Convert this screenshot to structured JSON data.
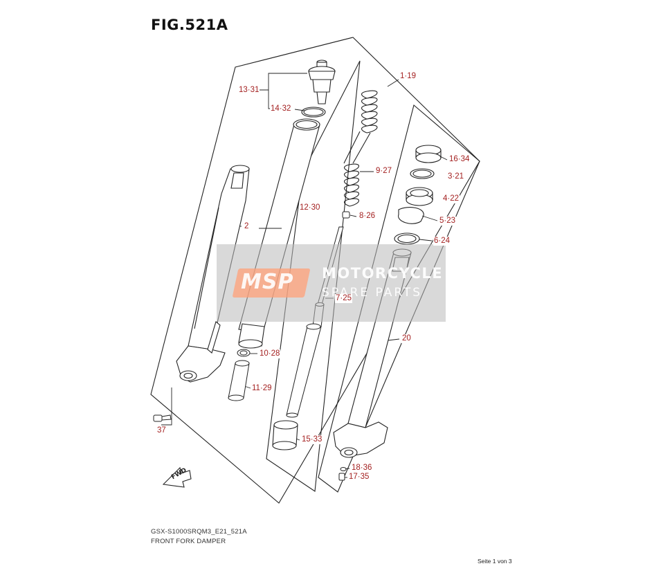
{
  "figure": {
    "title": "FIG.521A",
    "model_code": "GSX-S1000SRQM3_E21_521A",
    "caption": "FRONT FORK DAMPER",
    "page_info": "Seite 1 von 3"
  },
  "watermark": {
    "logo_text": "MSP",
    "line1": "MOTORCYCLE",
    "line2": "SPARE PARTS"
  },
  "direction_tag": "FWD",
  "part_labels": {
    "p13_31": "13·31",
    "p14_32": "14·32",
    "p12_30": "12·30",
    "p2": "2",
    "p10_28": "10·28",
    "p11_29": "11·29",
    "p37": "37",
    "p1_19": "1·19",
    "p9_27": "9·27",
    "p8_26": "8·26",
    "p7_25": "7·25",
    "p15_33": "15·33",
    "p16_34": "16·34",
    "p3_21": "3·21",
    "p4_22": "4·22",
    "p5_23": "5·23",
    "p6_24": "6·24",
    "p20": "20",
    "p18_36": "18·36",
    "p17_35": "17·35"
  },
  "colors": {
    "label_red": "#a31f1f",
    "line": "#222222"
  }
}
